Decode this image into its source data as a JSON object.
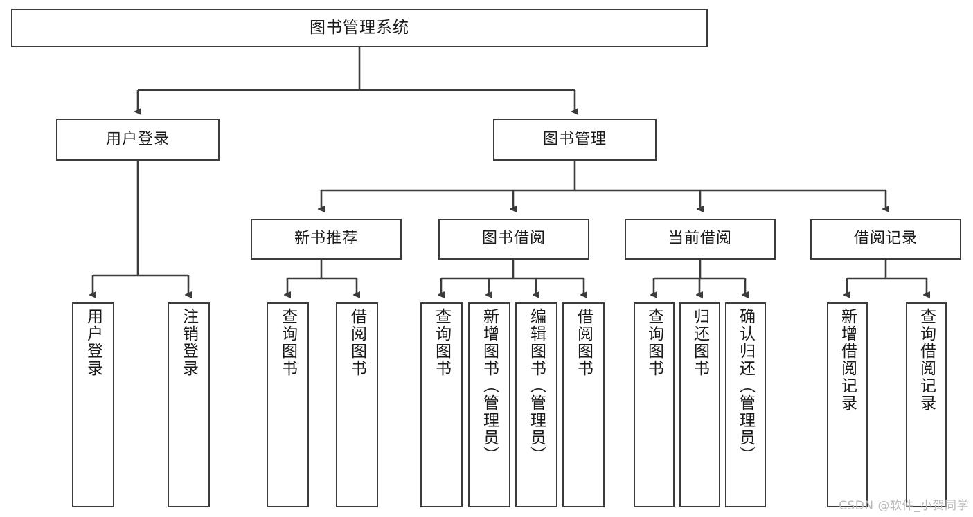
{
  "diagram": {
    "title": "图书管理系统",
    "type": "tree",
    "watermark": "CSDN @软件_小贺同学",
    "colors": {
      "stroke": "#3c3c3c",
      "fill": "#ffffff",
      "text": "#1a1a1a",
      "watermark": "#b9b9b9"
    },
    "nodes": {
      "root": {
        "label": "图书管理系统"
      },
      "level2": [
        {
          "id": "user-login",
          "label": "用户登录"
        },
        {
          "id": "book-manage",
          "label": "图书管理"
        }
      ],
      "level3": [
        {
          "id": "new-book-recommend",
          "label": "新书推荐"
        },
        {
          "id": "book-borrow",
          "label": "图书借阅"
        },
        {
          "id": "current-borrow",
          "label": "当前借阅"
        },
        {
          "id": "borrow-record",
          "label": "借阅记录"
        }
      ],
      "leaves_user_login": [
        {
          "id": "leaf-user-login",
          "label": "用户登录"
        },
        {
          "id": "leaf-logout-login",
          "label": "注销登录"
        }
      ],
      "leaves_new_book_recommend": [
        {
          "id": "leaf-query-book-1",
          "label": "查询图书"
        },
        {
          "id": "leaf-borrow-book-1",
          "label": "借阅图书"
        }
      ],
      "leaves_book_borrow": [
        {
          "id": "leaf-query-book-2",
          "label": "查询图书"
        },
        {
          "id": "leaf-add-book-admin",
          "label": "新增图书（管理员）"
        },
        {
          "id": "leaf-edit-book-admin",
          "label": "编辑图书（管理员）"
        },
        {
          "id": "leaf-borrow-book-2",
          "label": "借阅图书"
        }
      ],
      "leaves_current_borrow": [
        {
          "id": "leaf-query-book-3",
          "label": "查询图书"
        },
        {
          "id": "leaf-return-book",
          "label": "归还图书"
        },
        {
          "id": "leaf-confirm-return-admin",
          "label": "确认归还（管理员）"
        }
      ],
      "leaves_borrow_record": [
        {
          "id": "leaf-add-borrow-record",
          "label": "新增借阅记录"
        },
        {
          "id": "leaf-query-borrow-record",
          "label": "查询借阅记录"
        }
      ]
    }
  }
}
